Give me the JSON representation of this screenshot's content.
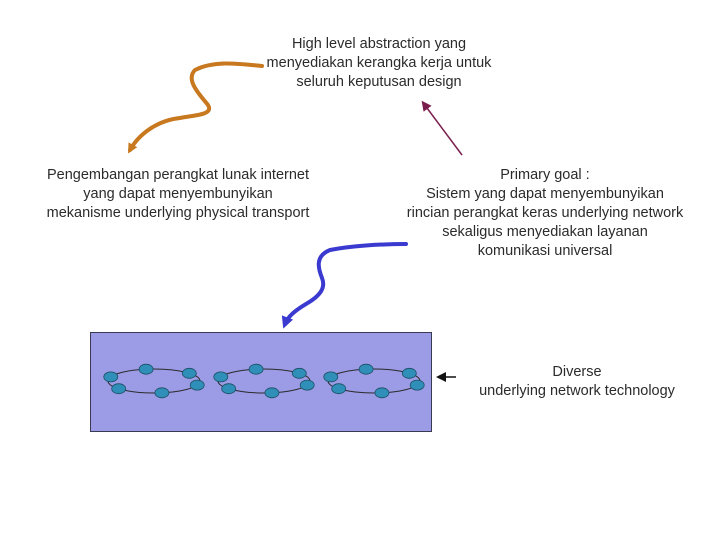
{
  "top_text": [
    "High level abstraction yang",
    "menyediakan kerangka kerja untuk",
    "seluruh keputusan design"
  ],
  "left_text": [
    "Pengembangan perangkat lunak internet",
    "yang dapat menyembunyikan",
    "mekanisme underlying physical transport"
  ],
  "right_text": [
    "Primary goal :",
    "Sistem yang dapat menyembunyikan",
    "rincian perangkat keras underlying network",
    "sekaligus menyediakan layanan",
    "komunikasi universal"
  ],
  "network_label": [
    "Diverse",
    "underlying network technology"
  ],
  "colors": {
    "orange_arrow": "#c8781e",
    "purple_arrow": "#7a1e4e",
    "blue_arrow": "#3a3ad0",
    "box_fill": "#9b9be6",
    "node_fill": "#2f8fb8",
    "ring_stroke": "#2a2a2a",
    "black_arrow": "#111111"
  },
  "network": {
    "ring_count": 3,
    "nodes_per_ring": 6
  }
}
